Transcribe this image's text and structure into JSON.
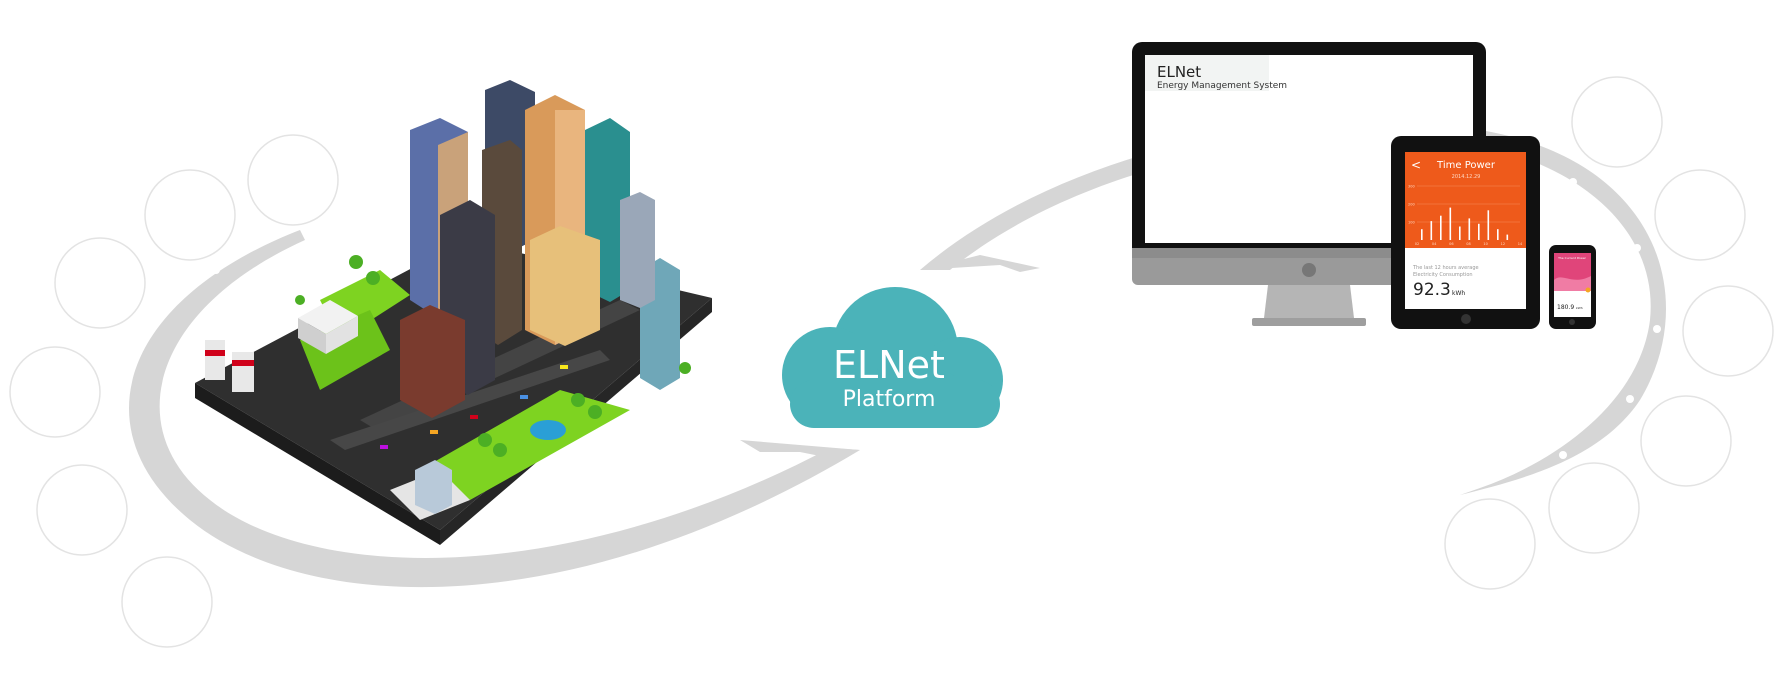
{
  "cloud": {
    "title": "ELNet",
    "subtitle": "Platform"
  },
  "monitor": {
    "app_name": "ELNet",
    "app_subtitle": "Energy Management System"
  },
  "tablet": {
    "back_label": "<",
    "title": "Time Power",
    "date": "2014.12.29",
    "y_ticks": [
      "300",
      "200",
      "100"
    ],
    "x_ticks": [
      "02",
      "04",
      "06",
      "08",
      "10",
      "12",
      "14"
    ],
    "bars": [
      0.2,
      0.35,
      0.45,
      0.6,
      0.25,
      0.4,
      0.3,
      0.55,
      0.2,
      0.1
    ],
    "caption_line1": "The last 12 hours average",
    "caption_line2": "Electricity Consumption",
    "value": "92.3",
    "unit": "kWh"
  },
  "phone": {
    "title": "The Current Power",
    "value": "180.9",
    "unit": "kWh"
  },
  "colors": {
    "cloud": "#4bb3b9",
    "ring": "#d6d6d6",
    "tablet_header": "#ee5a1b",
    "phone_header": "#e0457a",
    "device_frame": "#111111"
  }
}
